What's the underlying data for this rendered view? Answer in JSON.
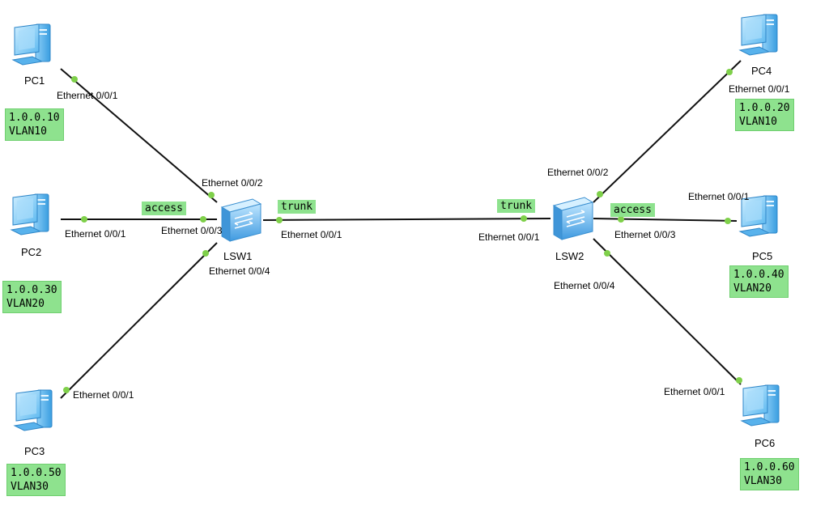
{
  "devices": {
    "pc1": {
      "name": "PC1",
      "ip": "1.0.0.10",
      "vlan": "VLAN10"
    },
    "pc2": {
      "name": "PC2",
      "ip": "1.0.0.30",
      "vlan": "VLAN20"
    },
    "pc3": {
      "name": "PC3",
      "ip": "1.0.0.50",
      "vlan": "VLAN30"
    },
    "pc4": {
      "name": "PC4",
      "ip": "1.0.0.20",
      "vlan": "VLAN10"
    },
    "pc5": {
      "name": "PC5",
      "ip": "1.0.0.40",
      "vlan": "VLAN20"
    },
    "pc6": {
      "name": "PC6",
      "ip": "1.0.0.60",
      "vlan": "VLAN30"
    },
    "lsw1": {
      "name": "LSW1"
    },
    "lsw2": {
      "name": "LSW2"
    }
  },
  "ports": {
    "pc1": "Ethernet 0/0/1",
    "pc2": "Ethernet 0/0/1",
    "pc3": "Ethernet 0/0/1",
    "pc4": "Ethernet 0/0/1",
    "pc5": "Ethernet 0/0/1",
    "pc6": "Ethernet 0/0/1",
    "lsw1_e2": "Ethernet 0/0/2",
    "lsw1_e3": "Ethernet 0/0/3",
    "lsw1_e4": "Ethernet 0/0/4",
    "lsw1_e1": "Ethernet 0/0/1",
    "lsw2_e1": "Ethernet 0/0/1",
    "lsw2_e2": "Ethernet 0/0/2",
    "lsw2_e3": "Ethernet 0/0/3",
    "lsw2_e4": "Ethernet 0/0/4"
  },
  "link_modes": {
    "lsw1_access": "access",
    "lsw1_trunk": "trunk",
    "lsw2_trunk": "trunk",
    "lsw2_access": "access"
  },
  "colors": {
    "note_bg": "#8ee28e",
    "port_dot": "#7fd04a",
    "link": "#000000",
    "switch_body": "#4aa6e6"
  },
  "icons": [
    "computer-icon",
    "switch-icon"
  ]
}
